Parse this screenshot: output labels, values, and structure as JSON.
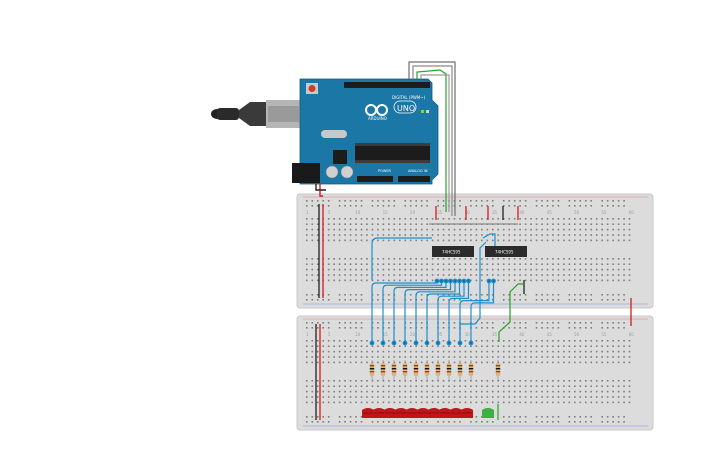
{
  "arduino": {
    "model": "UNO",
    "brand": "ARDUINO",
    "header_digital": "DIGITAL (PWM~)",
    "header_power": "POWER",
    "header_analog": "ANALOG IN",
    "board_color": "#1a77a6"
  },
  "chips": [
    {
      "label": "74HC595"
    },
    {
      "label": "74HC595"
    }
  ],
  "breadboards": {
    "column_labels": [
      "1",
      "5",
      "10",
      "15",
      "20",
      "25",
      "30",
      "35",
      "40",
      "45",
      "50",
      "55",
      "60"
    ],
    "row_labels_top": [
      "j",
      "i",
      "h",
      "g",
      "f"
    ],
    "row_labels_bottom": [
      "e",
      "d",
      "c",
      "b",
      "a"
    ],
    "color": "#dcdcdc"
  },
  "components": {
    "resistor_count": 11,
    "led_red_count": 10,
    "led_green_count": 1,
    "led_red_color": "#c0161a",
    "led_green_color": "#3cb040",
    "wire_signal_color": "#1b8fd0",
    "wire_green_color": "#2aa02a",
    "wire_power_color": "#d01e1e",
    "wire_ground_color": "#222222",
    "wire_grey_color": "#7a7a7a"
  }
}
